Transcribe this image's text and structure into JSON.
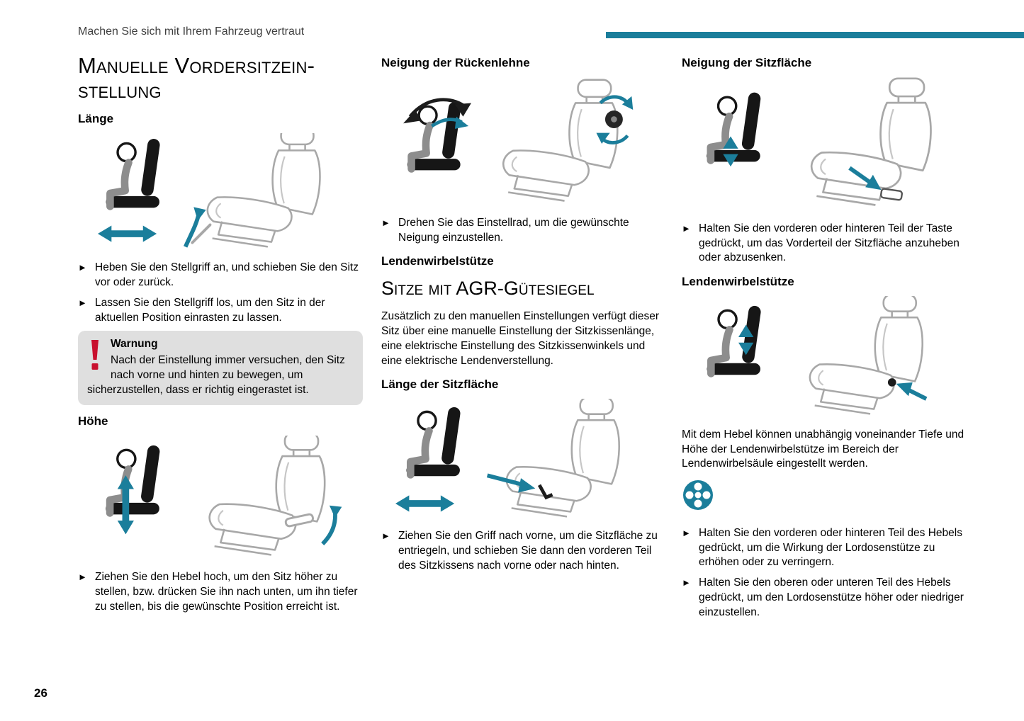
{
  "colors": {
    "accent_teal": "#1b7e9b",
    "warning_red": "#c8102e",
    "warning_background": "#dfdfdf"
  },
  "icons": {
    "bullet_marker": "►",
    "warning": "red-exclamation-mark",
    "lumbar_control": "round-four-way-knob"
  },
  "header": {
    "breadcrumb": "Machen Sie sich mit Ihrem Fahrzeug vertraut"
  },
  "footer": {
    "page_number": "26"
  },
  "left_column": {
    "title_line1": "Manuelle Vordersitzein-",
    "title_line2": "stellung",
    "laenge": {
      "heading": "Länge",
      "bullets": [
        "Heben Sie den Stellgriff an, und schieben Sie den Sitz vor oder zurück.",
        "Lassen Sie den Stellgriff los, um den Sitz in der aktuellen Position einrasten zu lassen."
      ]
    },
    "warning": {
      "title": "Warnung",
      "text": "Nach der Einstellung immer versuchen, den Sitz nach vorne und hinten zu bewegen, um sicherzustellen, dass er richtig eingerastet ist."
    },
    "hoehe": {
      "heading": "Höhe",
      "bullets": [
        "Ziehen Sie den Hebel hoch, um den Sitz höher zu stellen, bzw. drücken Sie ihn nach unten, um ihn tiefer zu stellen, bis die gewünschte Position erreicht ist."
      ]
    }
  },
  "middle_column": {
    "rueckenlehne": {
      "heading": "Neigung der Rückenlehne",
      "bullets": [
        "Drehen Sie das Einstellrad, um die gewünschte Neigung einzustellen."
      ]
    },
    "lenden_heading": "Lendenwirbelstütze",
    "agr": {
      "title": "Sitze mit AGR-Gütesiegel",
      "paragraph": "Zusätzlich zu den manuellen Einstellungen verfügt dieser Sitz über eine manuelle Einstellung der Sitzkissenlänge, eine elektrische Einstellung des Sitzkissenwinkels und eine elektrische Lendenverstellung."
    },
    "sitzlaenge": {
      "heading": "Länge der Sitzfläche",
      "bullets": [
        "Ziehen Sie den Griff nach vorne, um die Sitzfläche zu entriegeln, und schieben Sie dann den vorderen Teil des Sitzkissens nach vorne oder nach hinten."
      ]
    }
  },
  "right_column": {
    "neigung_sitzflaeche": {
      "heading": "Neigung der Sitzfläche",
      "bullets": [
        "Halten Sie den vorderen oder hinteren Teil der Taste gedrückt, um das Vorderteil der Sitzfläche anzuheben oder abzusenken."
      ]
    },
    "lendenwirbel": {
      "heading": "Lendenwirbelstütze",
      "paragraph": "Mit dem Hebel können unabhängig voneinander Tiefe und Höhe der Lendenwirbelstütze im Bereich der Lendenwirbelsäule eingestellt werden.",
      "bullets": [
        "Halten Sie den vorderen oder hinteren Teil des Hebels gedrückt, um die Wirkung der Lordosenstütze zu erhöhen oder zu verringern.",
        "Halten Sie den oberen oder unteren Teil des Hebels gedrückt, um den Lordosenstütze höher oder niedriger einzustellen."
      ]
    }
  }
}
